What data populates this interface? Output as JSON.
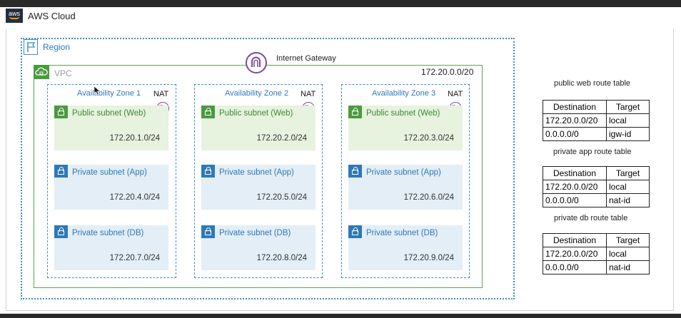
{
  "cloud": {
    "logo_text": "aws",
    "title": "AWS Cloud"
  },
  "region": {
    "label": "Region"
  },
  "igw": {
    "label": "Internet Gateway"
  },
  "vpc": {
    "label": "VPC",
    "cidr": "172.20.0.0/20"
  },
  "zones": [
    {
      "label": "Availability Zone 1",
      "nat_label": "NAT",
      "subnets": [
        {
          "label": "Public subnet (Web)",
          "cidr": "172.20.1.0/24"
        },
        {
          "label": "Private subnet (App)",
          "cidr": "172.20.4.0/24"
        },
        {
          "label": "Private subnet (DB)",
          "cidr": "172.20.7.0/24"
        }
      ]
    },
    {
      "label": "Availability Zone 2",
      "nat_label": "NAT",
      "subnets": [
        {
          "label": "Public subnet (Web)",
          "cidr": "172.20.2.0/24"
        },
        {
          "label": "Private subnet (App)",
          "cidr": "172.20.5.0/24"
        },
        {
          "label": "Private subnet (DB)",
          "cidr": "172.20.8.0/24"
        }
      ]
    },
    {
      "label": "Availability Zone 3",
      "nat_label": "NAT",
      "subnets": [
        {
          "label": "Public subnet (Web)",
          "cidr": "172.20.3.0/24"
        },
        {
          "label": "Private subnet (App)",
          "cidr": "172.20.6.0/24"
        },
        {
          "label": "Private subnet (DB)",
          "cidr": "172.20.9.0/24"
        }
      ]
    }
  ],
  "route_tables": [
    {
      "title": "public web route table",
      "headers": [
        "Destination",
        "Target"
      ],
      "rows": [
        [
          "172.20.0.0/20",
          "local"
        ],
        [
          "0.0.0.0/0",
          "igw-id"
        ]
      ]
    },
    {
      "title": "private app route table",
      "headers": [
        "Destination",
        "Target"
      ],
      "rows": [
        [
          "172.20.0.0/20",
          "local"
        ],
        [
          "0.0.0.0/0",
          "nat-id"
        ]
      ]
    },
    {
      "title": "private db route table",
      "headers": [
        "Destination",
        "Target"
      ],
      "rows": [
        [
          "172.20.0.0/20",
          "local"
        ],
        [
          "0.0.0.0/0",
          "nat-id"
        ]
      ]
    }
  ],
  "colors": {
    "vpc_border": "#59a84b",
    "region_border": "#3c8dc5",
    "igw": "#7d4aa0",
    "public_subnet_bg": "#e7f2df",
    "private_subnet_bg": "#e3eef7"
  }
}
